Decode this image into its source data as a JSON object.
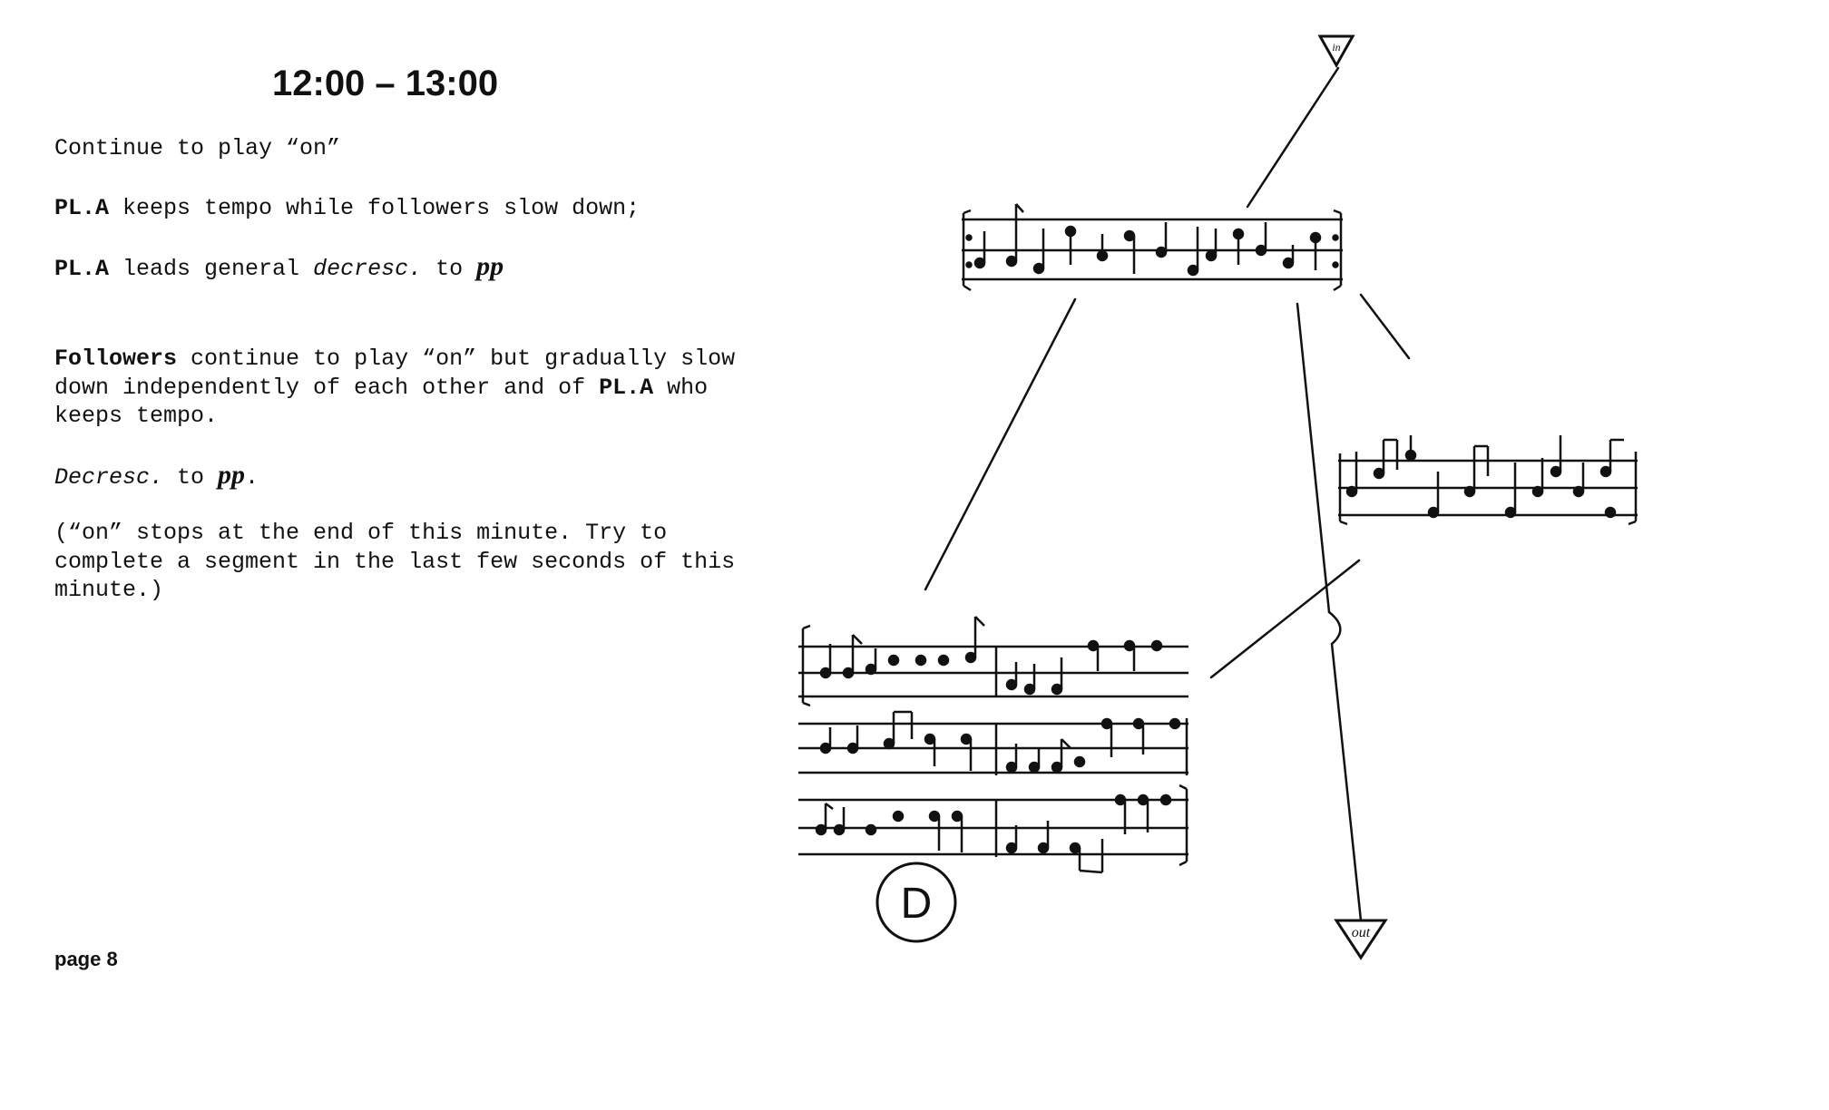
{
  "heading": "12:00 – 13:00",
  "p1": "Continue to play “on”",
  "p2": {
    "player": "PL.A",
    "text": " keeps tempo while followers slow down;"
  },
  "p3": {
    "player": "PL.A",
    "pre": " leads general ",
    "italic": "decresc.",
    "mid": " to ",
    "dynamic": "pp"
  },
  "p4": {
    "followers": "Followers",
    "text1": " continue to play “on” but gradually slow down independently of each other and of ",
    "player": "PL.A",
    "text2": " who keeps tempo."
  },
  "p5": {
    "italic": "Decresc.",
    "mid": " to ",
    "dynamic": "pp",
    "end": "."
  },
  "p6": "(“on” stops at the end of this minute. Try to complete a segment in the last few seconds of this minute.)",
  "page_label": "page 8",
  "score": {
    "in_marker": "in",
    "out_marker": "out",
    "section_marker": "D"
  }
}
